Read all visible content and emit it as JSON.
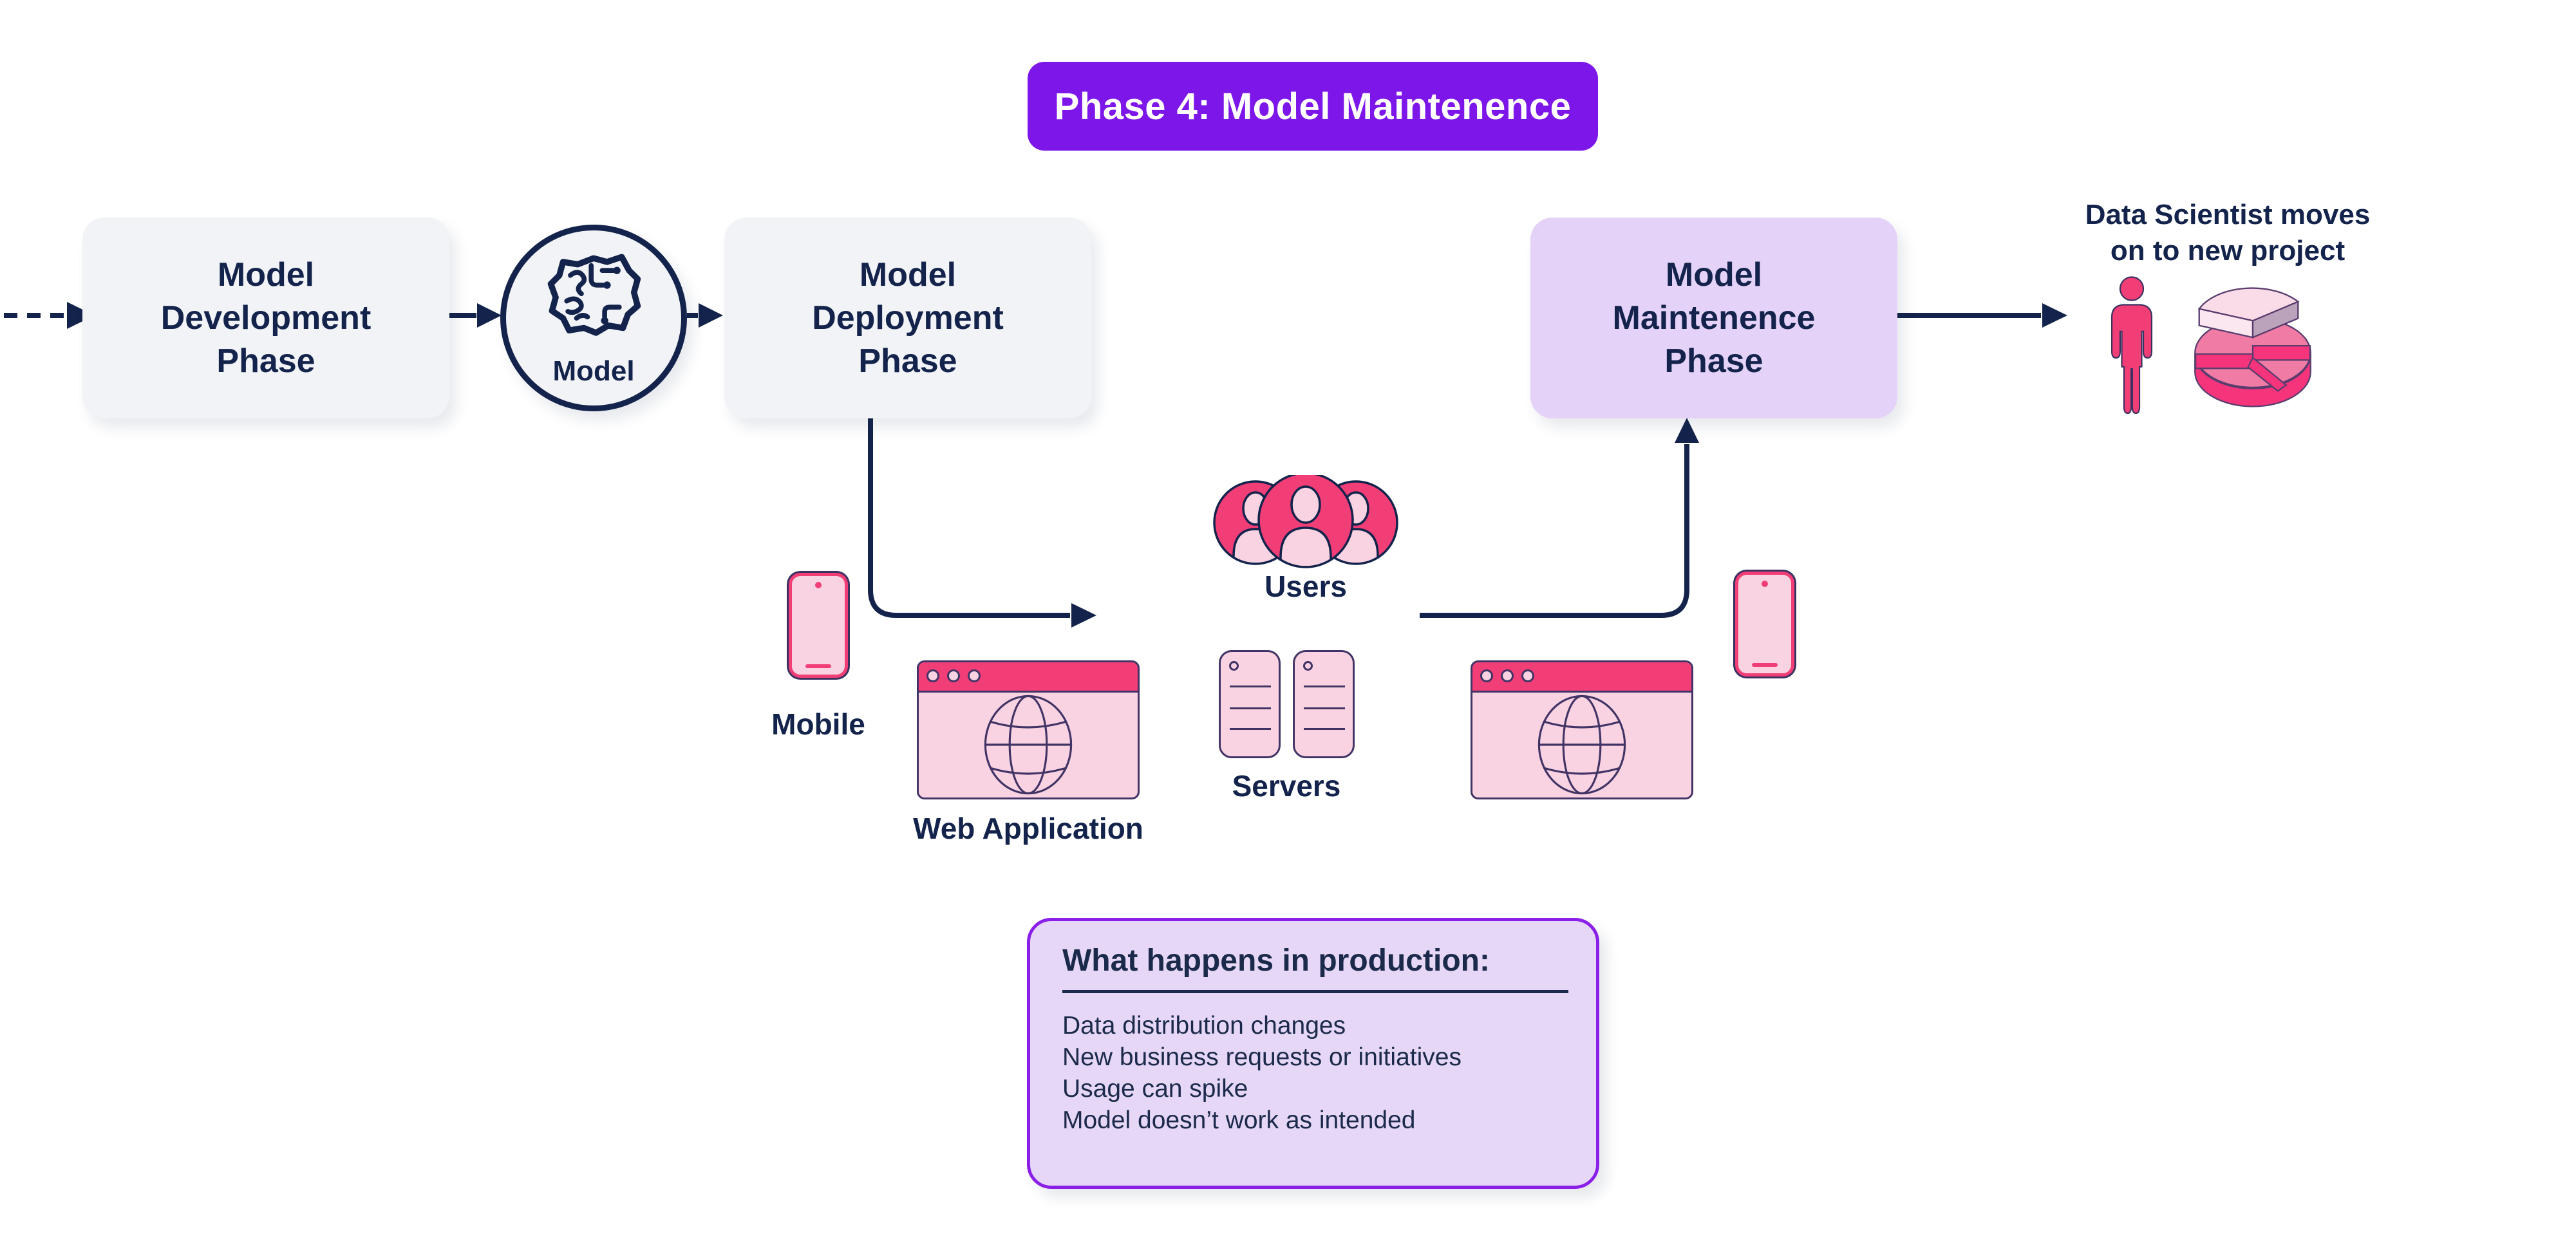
{
  "banner": {
    "label": "Phase 4: Model Maintenence"
  },
  "phases": {
    "development": {
      "lines": [
        "Model",
        "Development",
        "Phase"
      ]
    },
    "deployment": {
      "lines": [
        "Model",
        "Deployment",
        "Phase"
      ]
    },
    "maintenance": {
      "lines": [
        "Model",
        "Maintenence",
        "Phase"
      ]
    }
  },
  "model_node": {
    "label": "Model"
  },
  "labels": {
    "users": "Users",
    "mobile": "Mobile",
    "web_application": "Web Application",
    "servers": "Servers"
  },
  "data_scientist_note": {
    "lines": [
      "Data Scientist moves",
      "on to new project"
    ]
  },
  "production": {
    "title": "What happens in production:",
    "items": [
      "Data distribution changes",
      "New business requests or initiatives",
      "Usage can spike",
      "Model doesn’t work as intended"
    ]
  },
  "colors": {
    "navy_text": "#13234B",
    "banner_purple": "#7D17E9",
    "box_gray": "#F2F3F6",
    "lavender_box": "#E4D2F8",
    "production_fill": "#E6D7F6",
    "production_border": "#8A1FE8",
    "crimson": "#F23E77",
    "pink_light": "#F9D3E1",
    "pie_top": "#F07CA5",
    "pie_wedge_light": "#FADCE8",
    "icon_outline": "#413365"
  }
}
